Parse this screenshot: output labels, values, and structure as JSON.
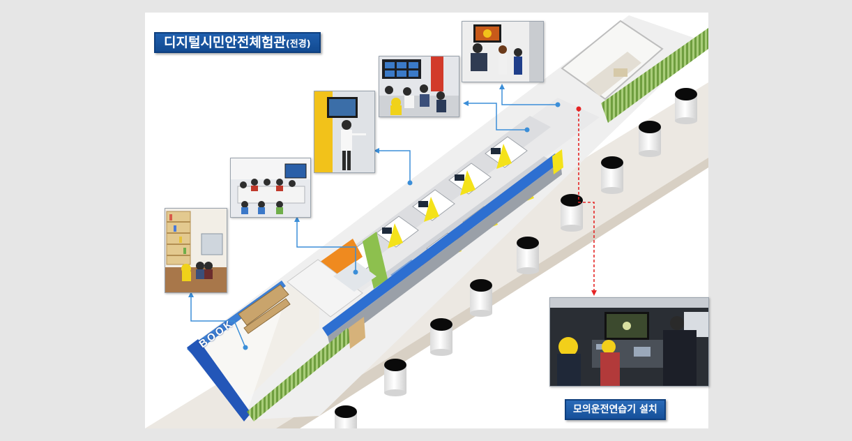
{
  "title": {
    "main": "디지털시민안전체험관",
    "sub": "(전경)"
  },
  "caption": "모의운전연습기 설치",
  "floor_labels": {
    "book": "BOOK"
  },
  "colors": {
    "title_bg": "#1a57a3",
    "wall_blue": "#2d6fd1",
    "accent_yellow": "#f4e21a",
    "connector_blue": "#3b8ed8",
    "connector_red": "#e52424",
    "fence_green": "#7fae4e"
  }
}
